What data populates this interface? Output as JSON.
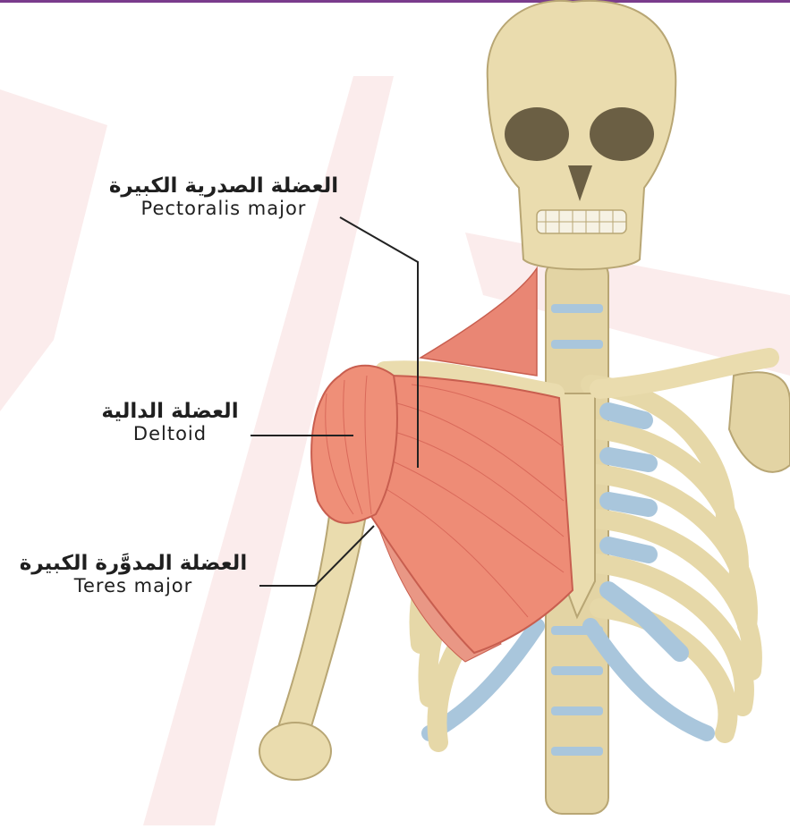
{
  "labels": {
    "pectoralis": {
      "arabic": "العضلة الصدرية الكبيرة",
      "english": "Pectoralis major"
    },
    "deltoid": {
      "arabic": "العضلة الدالية",
      "english": "Deltoid"
    },
    "teres": {
      "arabic": "العضلة المدوَّرة الكبيرة",
      "english": "Teres major"
    }
  },
  "colors": {
    "bone": "#e9ddb1",
    "bone_shade": "#c9b98a",
    "muscle": "#ee8c76",
    "muscle_shade": "#d9695a",
    "cartilage": "#a9c6dc",
    "watermark": "#fbecec",
    "frame_top": "#7a3c8c"
  }
}
